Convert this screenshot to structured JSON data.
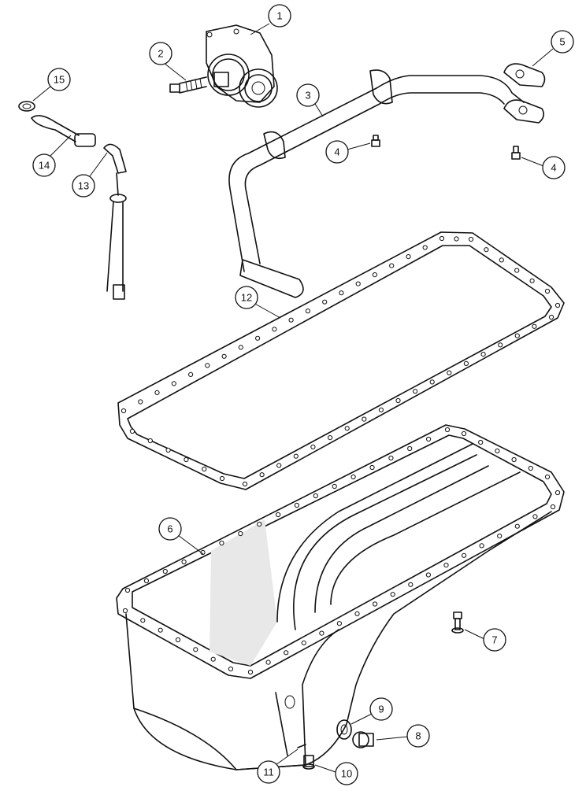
{
  "callouts": [
    {
      "id": "c1",
      "label": "1"
    },
    {
      "id": "c2",
      "label": "2"
    },
    {
      "id": "c3",
      "label": "3"
    },
    {
      "id": "c4a",
      "label": "4"
    },
    {
      "id": "c4b",
      "label": "4"
    },
    {
      "id": "c5",
      "label": "5"
    },
    {
      "id": "c6",
      "label": "6"
    },
    {
      "id": "c7",
      "label": "7"
    },
    {
      "id": "c8",
      "label": "8"
    },
    {
      "id": "c9",
      "label": "9"
    },
    {
      "id": "c10",
      "label": "10"
    },
    {
      "id": "c11",
      "label": "11"
    },
    {
      "id": "c12",
      "label": "12"
    },
    {
      "id": "c13",
      "label": "13"
    },
    {
      "id": "c14",
      "label": "14"
    },
    {
      "id": "c15",
      "label": "15"
    }
  ]
}
